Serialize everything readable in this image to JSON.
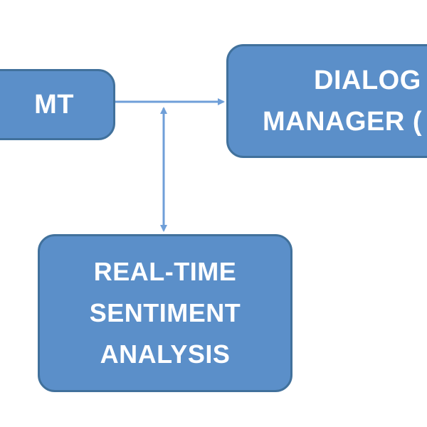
{
  "diagram": {
    "colors": {
      "box_fill": "#5b8fc9",
      "box_border": "#41719c",
      "arrow": "#6f9fd8",
      "text": "#ffffff"
    },
    "boxes": {
      "mt": {
        "label": "MT"
      },
      "dialog_manager": {
        "line1": "DIALOG",
        "line2": "MANAGER ("
      },
      "sentiment": {
        "line1": "REAL-TIME",
        "line2": "SENTIMENT",
        "line3": "ANALYSIS"
      }
    },
    "edges": [
      {
        "from": "MT",
        "to": "DIALOG MANAGER",
        "direction": "forward"
      },
      {
        "between": "MT-to-DIALOG MANAGER link",
        "and": "REAL-TIME SENTIMENT ANALYSIS",
        "direction": "bidirectional"
      }
    ]
  }
}
